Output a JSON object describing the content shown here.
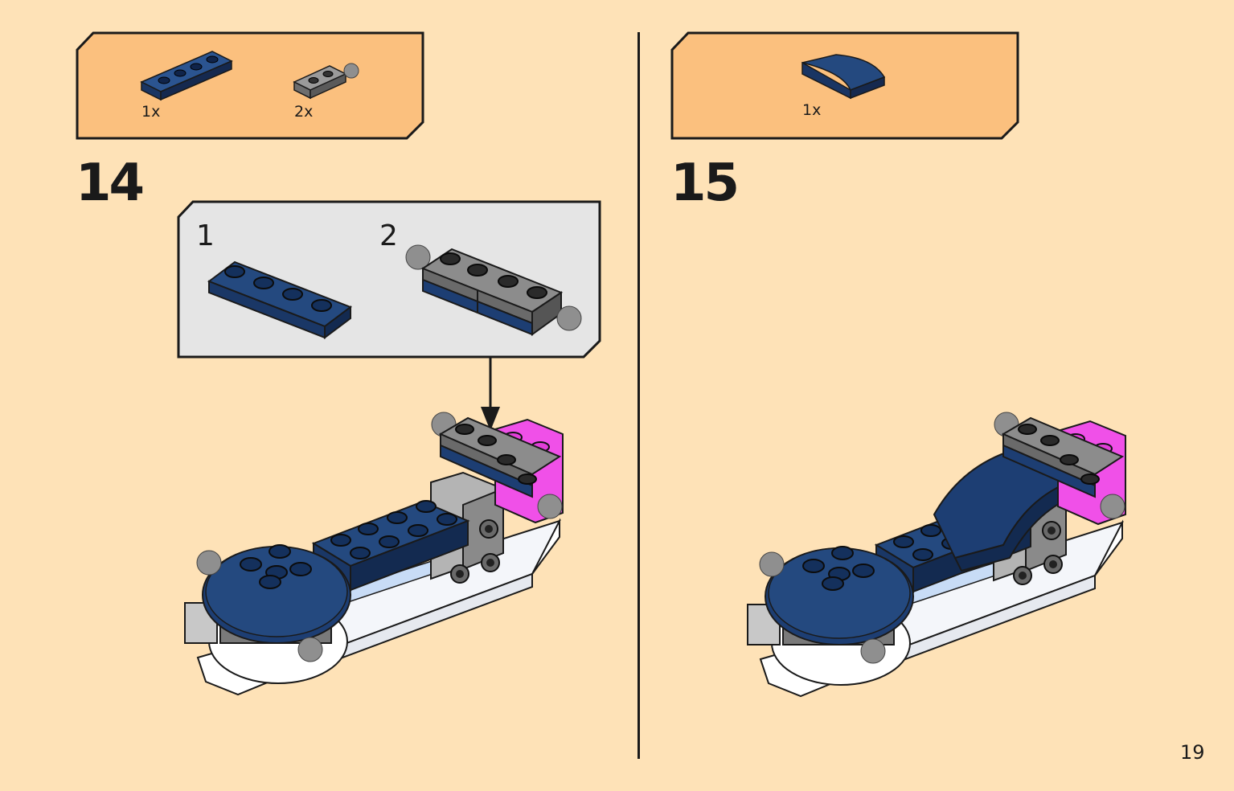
{
  "page_number": "19",
  "colors": {
    "background": "#fee2b7",
    "parts_box": "#fbc07e",
    "subassembly_box": "#e5e5e5",
    "dark_blue": "#1d3e73",
    "gray": "#8c8c8c",
    "magenta": "#f050e8",
    "white": "#ffffff",
    "outline": "#1a1a1a"
  },
  "steps": [
    {
      "number": "14",
      "parts": [
        {
          "icon": "dark-blue-plate-1x4-icon",
          "quantity": "1x"
        },
        {
          "icon": "gray-plate-with-ball-icon",
          "quantity": "2x"
        }
      ],
      "subassembly": [
        {
          "number": "1",
          "icon": "dark-blue-plate-1x4-icon"
        },
        {
          "number": "2",
          "icon": "gray-plate-ball-pair-icon"
        }
      ],
      "model": "step-14-vehicle-model"
    },
    {
      "number": "15",
      "parts": [
        {
          "icon": "dark-blue-curved-slope-icon",
          "quantity": "1x"
        }
      ],
      "model": "step-15-vehicle-model"
    }
  ]
}
